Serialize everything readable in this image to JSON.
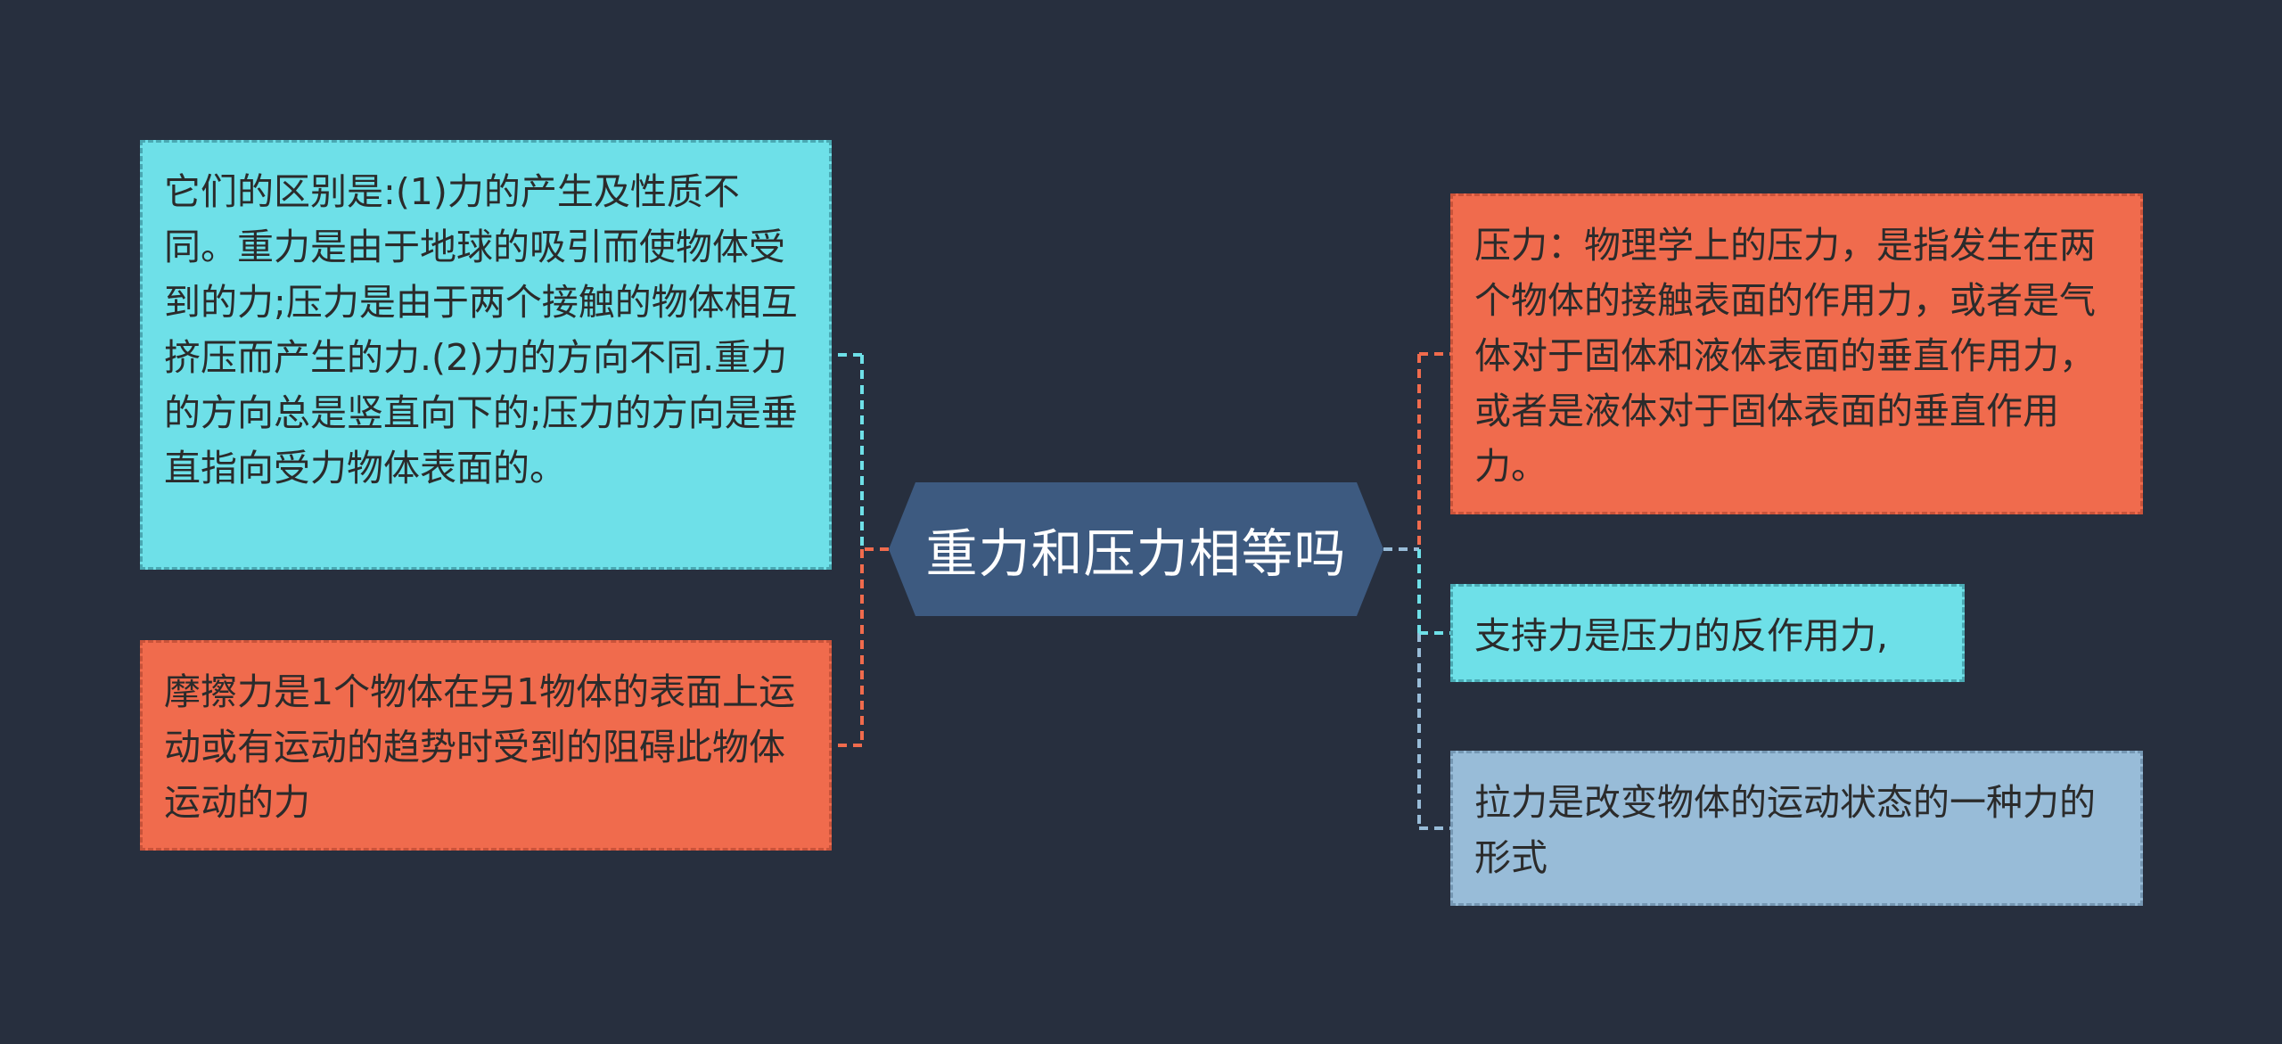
{
  "center": {
    "label": "重力和压力相等吗",
    "fill": "#3d5a80"
  },
  "left_nodes": [
    {
      "text": "它们的区别是:(1)力的产生及性质不同。重力是由于地球的吸引而使物体受到的力;压力是由于两个接触的物体相互挤压而产生的力.(2)力的方向不同.重力的方向总是竖直向下的;压力的方向是垂直指向受力物体表面的。",
      "fill": "#6ee0e8",
      "border": "#4aa9b3",
      "connector": "#6ee0e8"
    },
    {
      "text": "摩擦力是1个物体在另1物体的表面上运动或有运动的趋势时受到的阻碍此物体运动的力",
      "fill": "#f06b4d",
      "border": "#c9533a",
      "connector": "#f06b4d"
    }
  ],
  "right_nodes": [
    {
      "text": "压力：物理学上的压力，是指发生在两个物体的接触表面的作用力，或者是气体对于固体和液体表面的垂直作用力，或者是液体对于固体表面的垂直作用力。",
      "fill": "#f06b4d",
      "border": "#c9533a",
      "connector": "#f06b4d"
    },
    {
      "text": "支持力是压力的反作用力,",
      "fill": "#6ee0e8",
      "border": "#4aa9b3",
      "connector": "#6ee0e8"
    },
    {
      "text": "拉力是改变物体的运动状态的一种力的形式",
      "fill": "#98bcd8",
      "border": "#7597b3",
      "connector": "#98bcd8"
    }
  ],
  "colors": {
    "background": "#272f3e",
    "trunk_left": "#f06b4d",
    "trunk_right": "#98bcd8"
  }
}
